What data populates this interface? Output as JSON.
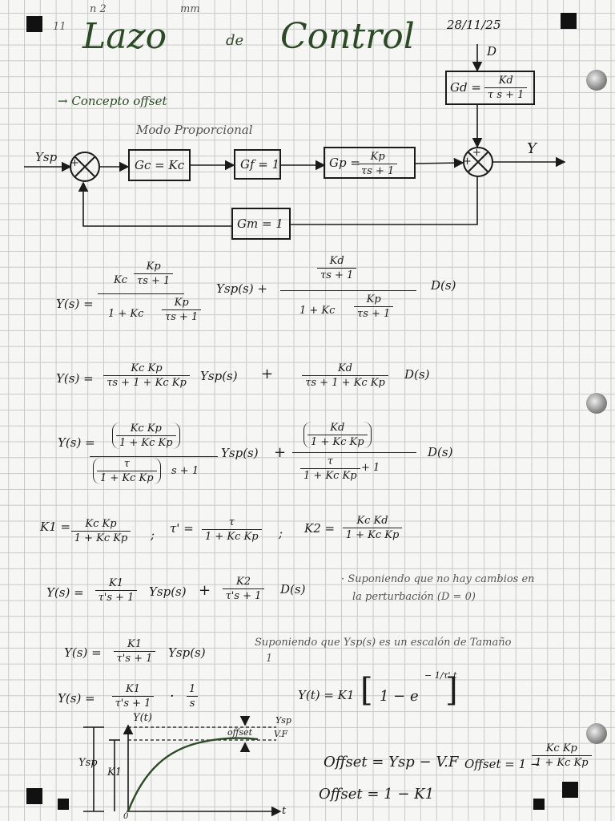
{
  "header": {
    "title_part1": "Lazo",
    "title_part2": "de",
    "title_part3": "Control",
    "date": "28/11/25",
    "note": "→ Concepto offset",
    "mode": "Modo Proporcional",
    "scribble_left": "11",
    "scribble_top": "n  2",
    "scribble_mm": "mm"
  },
  "diagram": {
    "input": "Ysp",
    "output": "Y",
    "disturbance": "D",
    "controller": "Gc = Kc",
    "final_element": "Gf = 1",
    "process_label": "Gp =",
    "process_num": "Kp",
    "process_den": "τs + 1",
    "disturbance_label": "Gd =",
    "disturbance_num": "Kd",
    "disturbance_den": "τ s + 1",
    "measure": "Gm = 1",
    "sum_left_plus": "+",
    "sum_left_minus": "−",
    "sum_right_plus": "+",
    "sum_right_plus2": "+"
  },
  "eq1": {
    "lhs": "Y(s) =",
    "kc": "Kc",
    "kp": "Kp",
    "ts1": "τs + 1",
    "den_a": "1 + Kc",
    "ysp": "Ysp(s) +",
    "kd": "Kd",
    "den_b": "1  +  Kc",
    "ds": "D(s)"
  },
  "eq2": {
    "lhs": "Y(s) =",
    "num_a": "Kc Kp",
    "den_a": "τs + 1 + Kc Kp",
    "ysp": "Ysp(s)",
    "plus": "+",
    "num_b": "Kd",
    "den_b": "τs + 1 + Kc Kp",
    "ds": "D(s)"
  },
  "eq3": {
    "lhs": "Y(s) =",
    "num_a_top": "Kc Kp",
    "num_a_bot": "1 + Kc Kp",
    "den_a_top": "τ",
    "den_a_bot": "1 + Kc Kp",
    "den_a_tail": "s + 1",
    "ysp": "Ysp(s)",
    "plus": "+",
    "num_b_top": "Kd",
    "num_b_bot": "1 + Kc Kp",
    "den_b_top": "τ",
    "den_b_bot": "1 + Kc Kp",
    "den_b_tail": "+ 1",
    "ds": "D(s)"
  },
  "defs": {
    "k1_lhs": "K1 =",
    "k1_num": "Kc Kp",
    "k1_den": "1 + Kc Kp",
    "sep1": ";",
    "tau_lhs": "τ' =",
    "tau_num": "τ",
    "tau_den": "1 + Kc Kp",
    "sep2": ";",
    "k2_lhs": "K2 =",
    "k2_num": "Kc Kd",
    "k2_den": "1 + Kc Kp"
  },
  "eq4": {
    "lhs": "Y(s) =",
    "num_a": "K1",
    "den_a": "τ's + 1",
    "ysp": "Ysp(s)",
    "plus": "+",
    "num_b": "K2",
    "den_b": "τ's + 1",
    "ds": "D(s)",
    "note_line1": "· Suponiendo que no hay cambios en",
    "note_line2": "la perturbación (D = 0)"
  },
  "eq5": {
    "lhs": "Y(s) =",
    "num": "K1",
    "den": "τ's + 1",
    "ysp": "Ysp(s)",
    "note": "Suponiendo que Ysp(s) es un escalón de Tamaño",
    "note_sub": "1"
  },
  "eq6": {
    "lhs": "Y(s) =",
    "num": "K1",
    "den": "τ's + 1",
    "dot": "·",
    "step_num": "1",
    "step_den": "s",
    "time_lhs": "Y(t) = K1",
    "time_body": "1 − e",
    "time_exp": "− 1/τ' t"
  },
  "graph": {
    "y_axis": "Y(t)",
    "x_axis": "t",
    "origin": "0",
    "ysp_side": "Ysp",
    "k1_side": "K1",
    "offset": "offset",
    "ysp_right": "Ysp",
    "vf_right": "V.F"
  },
  "offset_eqs": {
    "eq_a": "Offset = Ysp − V.F",
    "eq_b_lhs": "Offset = 1 −",
    "eq_b_num": "Kc Kp",
    "eq_b_den": "1 + Kc Kp",
    "eq_c": "Offset = 1 − K1"
  }
}
